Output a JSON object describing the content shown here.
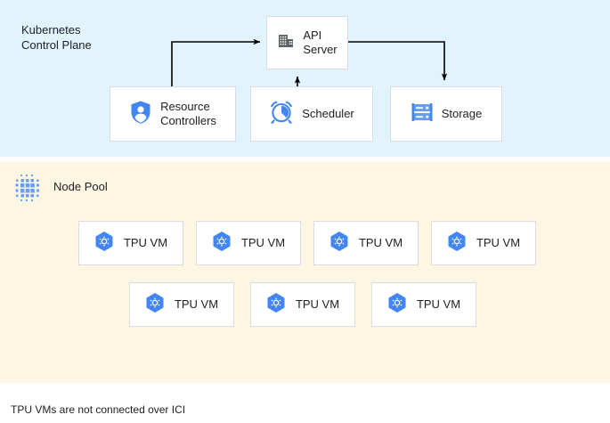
{
  "diagram": {
    "caption": "TPU VMs are not connected over ICI",
    "colors": {
      "control_plane_bg": "#e1f3fd",
      "node_pool_bg": "#fdf6e3",
      "box_bg": "#ffffff",
      "box_border": "#dadce0",
      "accent_blue": "#4285f4",
      "icon_gray": "#5f6368",
      "arrow": "#000000",
      "text": "#202124"
    }
  },
  "control_plane": {
    "title": "Kubernetes\nControl Plane",
    "icon": "none",
    "nodes": [
      {
        "id": "api-server",
        "label": "API\nServer",
        "icon": "building-icon"
      },
      {
        "id": "resource-controllers",
        "label": "Resource\nControllers",
        "icon": "shield-person-icon"
      },
      {
        "id": "scheduler",
        "label": "Scheduler",
        "icon": "alarm-clock-icon"
      },
      {
        "id": "storage",
        "label": "Storage",
        "icon": "database-stack-icon"
      }
    ],
    "connections": [
      {
        "from": "resource-controllers",
        "to": "api-server",
        "style": "elbow-up-right"
      },
      {
        "from": "scheduler",
        "to": "api-server",
        "style": "straight-up"
      },
      {
        "from": "api-server",
        "to": "storage",
        "style": "elbow-right-down"
      }
    ]
  },
  "node_pool": {
    "title": "Node Pool",
    "icon": "dot-matrix-icon",
    "vm_rows": [
      {
        "row": 1,
        "vms": [
          {
            "label": "TPU VM",
            "icon": "tpu-hex-icon"
          },
          {
            "label": "TPU VM",
            "icon": "tpu-hex-icon"
          },
          {
            "label": "TPU VM",
            "icon": "tpu-hex-icon"
          },
          {
            "label": "TPU VM",
            "icon": "tpu-hex-icon"
          }
        ]
      },
      {
        "row": 2,
        "vms": [
          {
            "label": "TPU VM",
            "icon": "tpu-hex-icon"
          },
          {
            "label": "TPU VM",
            "icon": "tpu-hex-icon"
          },
          {
            "label": "TPU VM",
            "icon": "tpu-hex-icon"
          }
        ]
      }
    ]
  }
}
